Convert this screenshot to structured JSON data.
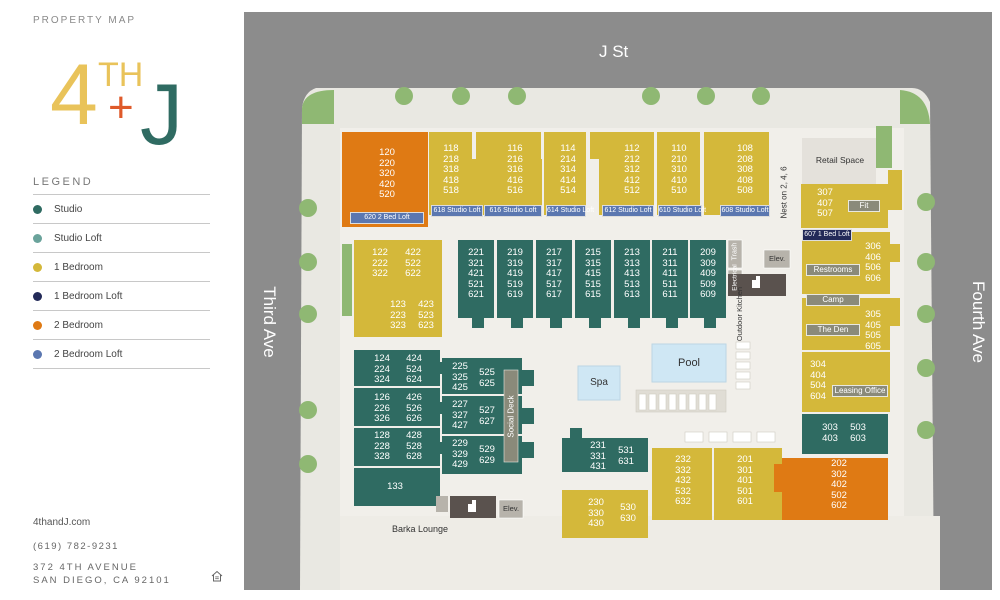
{
  "sidebar": {
    "title": "PROPERTY MAP",
    "logo": {
      "text_four": "4",
      "text_th": "TH",
      "text_plus": "+",
      "text_j": "J"
    },
    "legend_title": "LEGEND",
    "legend": [
      {
        "label": "Studio",
        "color": "#2f6b62"
      },
      {
        "label": "Studio Loft",
        "color": "#6aa39b"
      },
      {
        "label": "1 Bedroom",
        "color": "#d4b83a"
      },
      {
        "label": "1 Bedroom Loft",
        "color": "#232a58"
      },
      {
        "label": "2 Bedroom",
        "color": "#df7a14"
      },
      {
        "label": "2 Bedroom Loft",
        "color": "#5b77b0"
      }
    ],
    "website": "4thandJ.com",
    "phone": "(619) 782-9231",
    "address_line1": "372 4TH AVENUE",
    "address_line2": "SAN DIEGO, CA 92101",
    "house_icon": "equal-housing-icon"
  },
  "map": {
    "streets": {
      "north": "J St",
      "west": "Third Ave",
      "east": "Fourth Ave"
    },
    "colors": {
      "studio": "#2f6b62",
      "one_bed": "#d4b83a",
      "two_bed": "#df7a14",
      "street": "#8c8c8c",
      "sidewalk": "#e9e8e2",
      "courtyard": "#f1efea",
      "tree": "#8fb873",
      "pool": "#cfe7f4"
    },
    "units": {
      "u120": [
        "120",
        "220",
        "320",
        "420",
        "520"
      ],
      "u118": [
        "118",
        "218",
        "318",
        "418",
        "518"
      ],
      "u116": [
        "116",
        "216",
        "316",
        "416",
        "516"
      ],
      "u114": [
        "114",
        "214",
        "314",
        "414",
        "514"
      ],
      "u112": [
        "112",
        "212",
        "312",
        "412",
        "512"
      ],
      "u110": [
        "110",
        "210",
        "310",
        "410",
        "510"
      ],
      "u108": [
        "108",
        "208",
        "308",
        "408",
        "508"
      ],
      "u307": [
        "307",
        "407",
        "507"
      ],
      "u122a": [
        "122",
        "222",
        "322"
      ],
      "u122b": [
        "422",
        "522",
        "622"
      ],
      "u123a": [
        "123",
        "223",
        "323"
      ],
      "u123b": [
        "423",
        "523",
        "623"
      ],
      "u221": [
        "221",
        "321",
        "421",
        "521",
        "621"
      ],
      "u219": [
        "219",
        "319",
        "419",
        "519",
        "619"
      ],
      "u217": [
        "217",
        "317",
        "417",
        "517",
        "617"
      ],
      "u215": [
        "215",
        "315",
        "415",
        "515",
        "615"
      ],
      "u213": [
        "213",
        "313",
        "413",
        "513",
        "613"
      ],
      "u211": [
        "211",
        "311",
        "411",
        "511",
        "611"
      ],
      "u209": [
        "209",
        "309",
        "409",
        "509",
        "609"
      ],
      "u306": [
        "306",
        "406",
        "506",
        "606"
      ],
      "u305": [
        "305",
        "405",
        "505",
        "605"
      ],
      "u304": [
        "304",
        "404",
        "504",
        "604"
      ],
      "u124a": [
        "124",
        "224",
        "324"
      ],
      "u124b": [
        "424",
        "524",
        "624"
      ],
      "u126a": [
        "126",
        "226",
        "326"
      ],
      "u126b": [
        "426",
        "526",
        "626"
      ],
      "u128a": [
        "128",
        "228",
        "328"
      ],
      "u128b": [
        "428",
        "528",
        "628"
      ],
      "u133": [
        "133"
      ],
      "u225": [
        "225",
        "325",
        "425"
      ],
      "u525": [
        "525",
        "625"
      ],
      "u227": [
        "227",
        "327",
        "427"
      ],
      "u527": [
        "527",
        "627"
      ],
      "u229": [
        "229",
        "329",
        "429"
      ],
      "u529": [
        "529",
        "629"
      ],
      "u231": [
        "231",
        "331",
        "431"
      ],
      "u531": [
        "531",
        "631"
      ],
      "u232": [
        "232",
        "332",
        "432",
        "532",
        "632"
      ],
      "u201": [
        "201",
        "301",
        "401",
        "501",
        "601"
      ],
      "u202": [
        "202",
        "302",
        "402",
        "502",
        "602"
      ],
      "u303": [
        "303",
        "403"
      ],
      "u503": [
        "503",
        "603"
      ],
      "u230": [
        "230",
        "330",
        "430"
      ],
      "u530": [
        "530",
        "630"
      ]
    },
    "tags": {
      "t620": "620 2 Bed Loft",
      "t618": "618 Studio Loft",
      "t616": "616 Studio Loft",
      "t614": "614 Studio Loft",
      "t612": "612 Studio Loft",
      "t610": "610 Studio Loft",
      "t608": "608 Studio Loft",
      "t607": "607 1 Bed Loft"
    },
    "amenities": {
      "retail": "Retail Space",
      "fit": "Fit",
      "restrooms": "Restrooms",
      "camp": "Camp",
      "den": "The Den",
      "leasing": "Leasing Office",
      "nest": "Nest on 2, 4, 6",
      "trash": "Trash",
      "electrical": "Electrical",
      "elev": "Elev.",
      "elev2": "Elev.",
      "outdoor_kitchen": "Outdoor Kitchen",
      "pool": "Pool",
      "spa": "Spa",
      "social_deck": "Social Deck",
      "barka": "Barka Lounge"
    }
  }
}
